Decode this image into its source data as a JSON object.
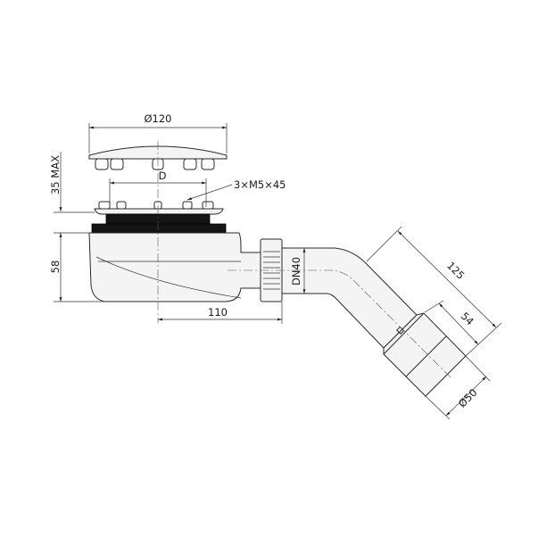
{
  "drawing": {
    "dimensions": {
      "cap_diameter": "Ø120",
      "height_max": "35 MAX",
      "bolt_circle": "D",
      "screws": "3×M5×45",
      "body_height": "58",
      "outlet_offset": "110",
      "outlet_size": "DN40",
      "pipe_length": "125",
      "sleeve_length": "54",
      "sleeve_diameter": "Ø50"
    },
    "line_color": "#2a2a2a",
    "gasket_color": "#141414"
  }
}
